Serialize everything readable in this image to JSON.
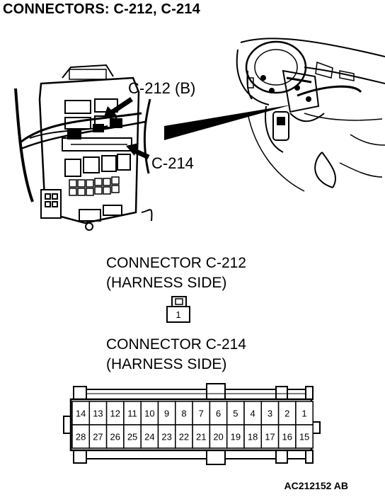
{
  "title": "CONNECTORS: C-212, C-214",
  "callouts": {
    "c212": "C-212 (B)",
    "c214": "C-214"
  },
  "connector_c212": {
    "name": "CONNECTOR C-212",
    "side": "(HARNESS SIDE)",
    "pin": "1"
  },
  "connector_c214": {
    "name": "CONNECTOR C-214",
    "side": "(HARNESS SIDE)",
    "top_row": [
      "14",
      "13",
      "12",
      "11",
      "10",
      "9",
      "8",
      "7",
      "6",
      "5",
      "4",
      "3",
      "2",
      "1"
    ],
    "bottom_row": [
      "28",
      "27",
      "26",
      "25",
      "24",
      "23",
      "22",
      "21",
      "20",
      "19",
      "18",
      "17",
      "16",
      "15"
    ]
  },
  "figure_code": "AC212152 AB"
}
